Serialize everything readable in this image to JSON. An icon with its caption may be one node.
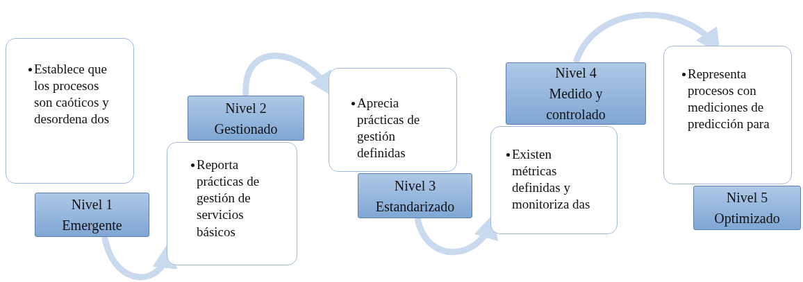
{
  "diagram": {
    "nodes": [
      {
        "text": [
          "Establece que los procesos son caóticos y desordena dos"
        ]
      },
      {
        "text": [
          "Nivel 1 Emergente"
        ]
      },
      {
        "text": [
          "Nivel 2 Gestionado"
        ]
      },
      {
        "text": [
          "Reporta prácticas de gestión de servicios básicos"
        ]
      },
      {
        "text": [
          "Aprecia prácticas de gestión definidas"
        ]
      },
      {
        "text": [
          "Nivel  3 Estandarizado"
        ]
      },
      {
        "text": [
          "Nivel 4 Medido y controlado"
        ]
      },
      {
        "text": [
          "Existen métricas definidas y monitoriza das"
        ]
      },
      {
        "text": [
          "Representa procesos con mediciones de predicción para"
        ]
      },
      {
        "text": [
          "Nivel 5 Optimizado"
        ]
      }
    ],
    "edges": [
      {
        "from": 1,
        "to": 3,
        "arrow": "to"
      },
      {
        "from": 2,
        "to": 4,
        "arrow": "to"
      },
      {
        "from": 5,
        "to": 7,
        "arrow": "to"
      },
      {
        "from": 6,
        "to": 8,
        "arrow": "to"
      }
    ]
  }
}
